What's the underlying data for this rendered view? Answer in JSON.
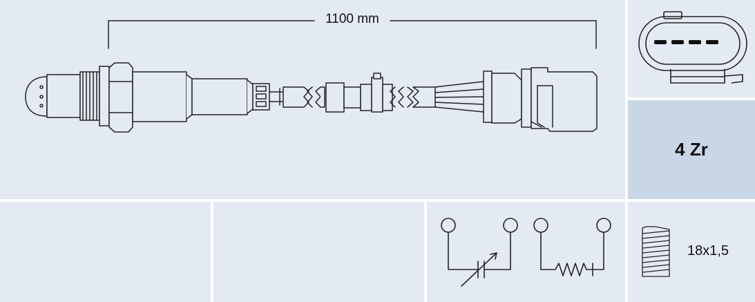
{
  "sensor": {
    "cable_length": "1100 mm",
    "sensor_type": "4 Zr",
    "thread": "18x1,5"
  }
}
